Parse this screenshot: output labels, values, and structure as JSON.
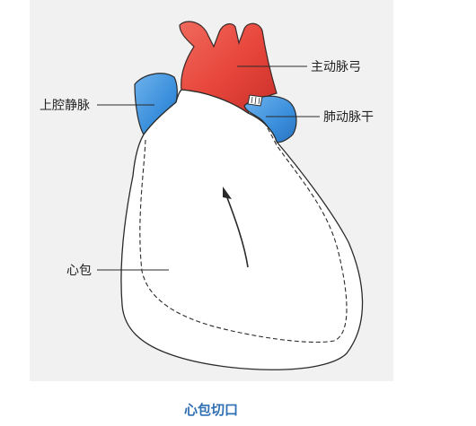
{
  "labels": {
    "aortic_arch": "主动脉弓",
    "superior_vena_cava": "上腔静脉",
    "pulmonary_trunk": "肺动脉干",
    "pericardium": "心包"
  },
  "caption": "心包切口",
  "colors": {
    "aorta": "#e8473c",
    "vessel_blue": "#3a8fdc",
    "panel_background": "#f1f1f2",
    "caption": "#2f6fb3"
  }
}
